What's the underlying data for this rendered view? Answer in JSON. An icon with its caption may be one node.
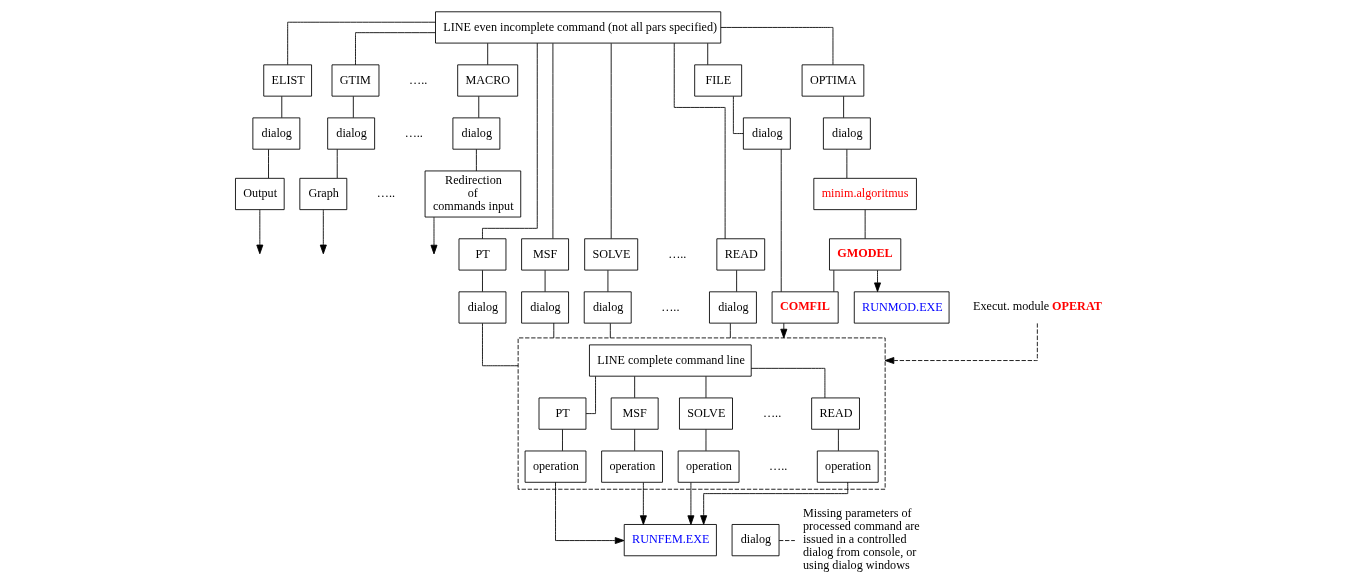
{
  "diagram": {
    "nodes": [
      {
        "text": [
          "LINE even incomplete command (not all pars specified)"
        ]
      },
      {
        "text": [
          "ELIST"
        ]
      },
      {
        "text": [
          "GTIM"
        ]
      },
      {
        "text": [
          "MACRO"
        ]
      },
      {
        "text": [
          "PT"
        ]
      },
      {
        "text": [
          "MSF"
        ]
      },
      {
        "text": [
          "SOLVE"
        ]
      },
      {
        "text": [
          "READ"
        ]
      },
      {
        "text": [
          "FILE"
        ]
      },
      {
        "text": [
          "OPTIMA"
        ]
      },
      {
        "text": [
          "dialog"
        ]
      },
      {
        "text": [
          "dialog"
        ]
      },
      {
        "text": [
          "dialog"
        ]
      },
      {
        "text": [
          "dialog"
        ]
      },
      {
        "text": [
          "dialog"
        ]
      },
      {
        "text": [
          "dialog"
        ]
      },
      {
        "text": [
          "dialog"
        ]
      },
      {
        "text": [
          "dialog"
        ]
      },
      {
        "text": [
          "dialog"
        ]
      },
      {
        "text": [
          "Output"
        ]
      },
      {
        "text": [
          "Graph"
        ]
      },
      {
        "text": [
          "Redirection of commands input"
        ]
      },
      {
        "text": [
          "minim.algoritmus"
        ]
      },
      {
        "text": [
          "GMODEL"
        ]
      },
      {
        "text": [
          "COMFIL"
        ]
      },
      {
        "text": [],
        "shape": "box"
      },
      {
        "text": [
          "LINE complete command line"
        ],
        "in": 25
      },
      {
        "text": [
          "PT"
        ],
        "in": 25
      },
      {
        "text": [
          "MSF"
        ],
        "in": 25
      },
      {
        "text": [
          "SOLVE"
        ],
        "in": 25
      },
      {
        "text": [
          "READ"
        ],
        "in": 25
      },
      {
        "text": [
          "operation"
        ],
        "in": 25
      },
      {
        "text": [
          "operation"
        ],
        "in": 25
      },
      {
        "text": [
          "operation"
        ],
        "in": 25
      },
      {
        "text": [
          "operation"
        ],
        "in": 25
      },
      {
        "text": [
          "RUNFEM.EXE"
        ]
      },
      {
        "text": [
          "RUNMOD.EXE"
        ]
      },
      {
        "text": [
          "dialog"
        ]
      },
      {
        "text": [
          "Missing parameters of processed command are issued in a controlled dialog from console, or using dialog windows"
        ]
      },
      {
        "text": [
          "Execut. module",
          "OPERAT"
        ]
      }
    ],
    "edges": [
      {
        "from": 0,
        "to": 1,
        "arrow": "none"
      },
      {
        "from": 0,
        "to": 2,
        "arrow": "none"
      },
      {
        "from": 0,
        "to": 3,
        "arrow": "none"
      },
      {
        "from": 0,
        "to": 4,
        "arrow": "none"
      },
      {
        "from": 0,
        "to": 5,
        "arrow": "none"
      },
      {
        "from": 0,
        "to": 6,
        "arrow": "none"
      },
      {
        "from": 0,
        "to": 7,
        "arrow": "none"
      },
      {
        "from": 0,
        "to": 8,
        "arrow": "none"
      },
      {
        "from": 0,
        "to": 9,
        "arrow": "none"
      },
      {
        "from": 1,
        "to": 10,
        "arrow": "none"
      },
      {
        "from": 2,
        "to": 11,
        "arrow": "none"
      },
      {
        "from": 3,
        "to": 12,
        "arrow": "none"
      },
      {
        "from": 4,
        "to": 13,
        "arrow": "none"
      },
      {
        "from": 5,
        "to": 14,
        "arrow": "none"
      },
      {
        "from": 6,
        "to": 15,
        "arrow": "none"
      },
      {
        "from": 7,
        "to": 16,
        "arrow": "none"
      },
      {
        "from": 8,
        "to": 17,
        "arrow": "none"
      },
      {
        "from": 9,
        "to": 18,
        "arrow": "none"
      },
      {
        "from": 10,
        "to": 19,
        "arrow": "none"
      },
      {
        "from": 11,
        "to": 20,
        "arrow": "none"
      },
      {
        "from": 12,
        "to": 21,
        "arrow": "none"
      },
      {
        "from": 18,
        "to": 22,
        "arrow": "none"
      },
      {
        "from": 22,
        "to": 23,
        "arrow": "none"
      },
      {
        "from": 19,
        "to": null,
        "arrow": "to"
      },
      {
        "from": 20,
        "to": null,
        "arrow": "to"
      },
      {
        "from": 21,
        "to": null,
        "arrow": "to"
      },
      {
        "from": 13,
        "to": 25,
        "arrow": "none"
      },
      {
        "from": 14,
        "to": 25,
        "arrow": "none"
      },
      {
        "from": 15,
        "to": 25,
        "arrow": "none"
      },
      {
        "from": 16,
        "to": 25,
        "arrow": "none"
      },
      {
        "from": 17,
        "to": 24,
        "arrow": "none"
      },
      {
        "from": 23,
        "to": 24,
        "arrow": "none"
      },
      {
        "from": 24,
        "to": 25,
        "arrow": "to"
      },
      {
        "from": 23,
        "to": 36,
        "arrow": "to"
      },
      {
        "from": 26,
        "to": 27,
        "arrow": "none"
      },
      {
        "from": 26,
        "to": 28,
        "arrow": "none"
      },
      {
        "from": 26,
        "to": 29,
        "arrow": "none"
      },
      {
        "from": 26,
        "to": 30,
        "arrow": "none"
      },
      {
        "from": 27,
        "to": 31,
        "arrow": "none"
      },
      {
        "from": 28,
        "to": 32,
        "arrow": "none"
      },
      {
        "from": 29,
        "to": 33,
        "arrow": "none"
      },
      {
        "from": 30,
        "to": 34,
        "arrow": "none"
      },
      {
        "from": 31,
        "to": 35,
        "arrow": "to"
      },
      {
        "from": 32,
        "to": 35,
        "arrow": "to"
      },
      {
        "from": 33,
        "to": 35,
        "arrow": "to"
      },
      {
        "from": 34,
        "to": 35,
        "arrow": "to"
      },
      {
        "from": 37,
        "to": 38,
        "arrow": "none",
        "style": "dashed"
      },
      {
        "from": 39,
        "to": 25,
        "arrow": "to",
        "style": "dashed"
      }
    ],
    "labels": [
      "…..",
      "…..",
      "…..",
      "…..",
      "…..",
      "…..",
      "….."
    ]
  }
}
